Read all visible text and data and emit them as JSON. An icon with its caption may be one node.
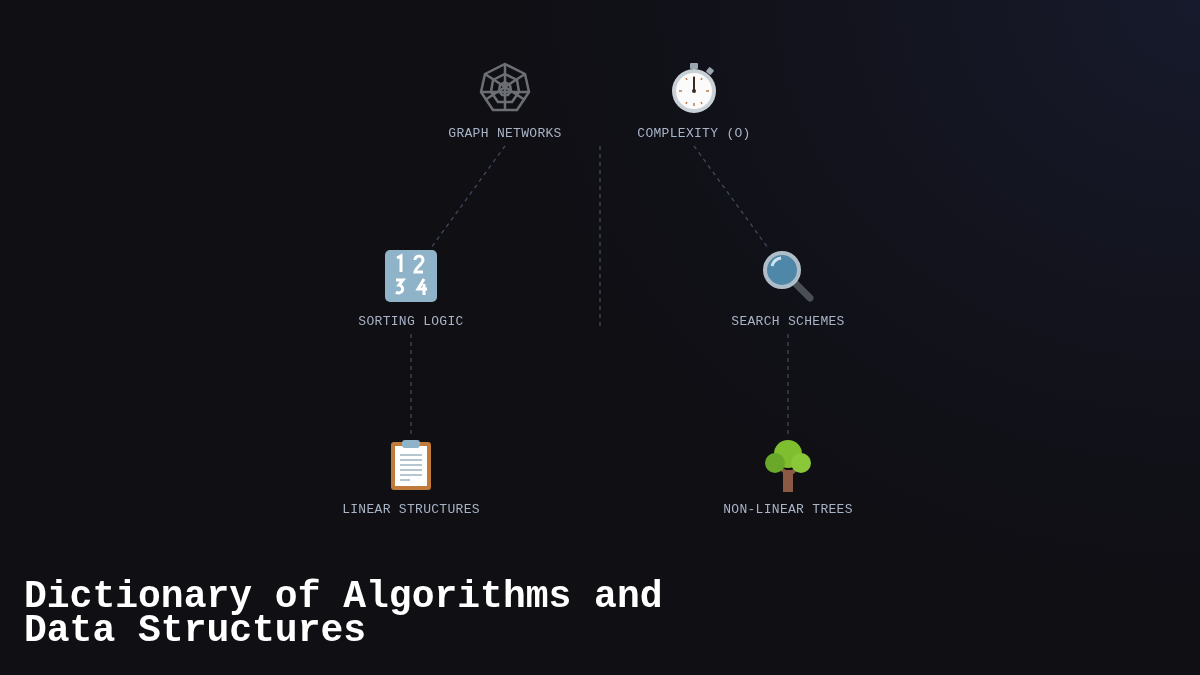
{
  "diagram": {
    "title": "Dictionary of Algorithms and Data Structures",
    "nodes": [
      {
        "text": [
          "GRAPH NETWORKS"
        ]
      },
      {
        "text": [
          "COMPLEXITY (O)"
        ]
      },
      {
        "text": [
          "SORTING LOGIC"
        ]
      },
      {
        "text": [
          "SEARCH SCHEMES"
        ]
      },
      {
        "text": [
          "LINEAR STRUCTURES"
        ]
      },
      {
        "text": [
          "NON-LINEAR TREES"
        ]
      }
    ],
    "edges": [
      {
        "from": 0,
        "to": 2,
        "arrow": "none",
        "style": "dashed"
      },
      {
        "from": 1,
        "to": 3,
        "arrow": "none",
        "style": "dashed"
      },
      {
        "from": 2,
        "to": 4,
        "arrow": "none",
        "style": "dashed"
      },
      {
        "from": 3,
        "to": 5,
        "arrow": "none",
        "style": "dashed"
      }
    ]
  }
}
